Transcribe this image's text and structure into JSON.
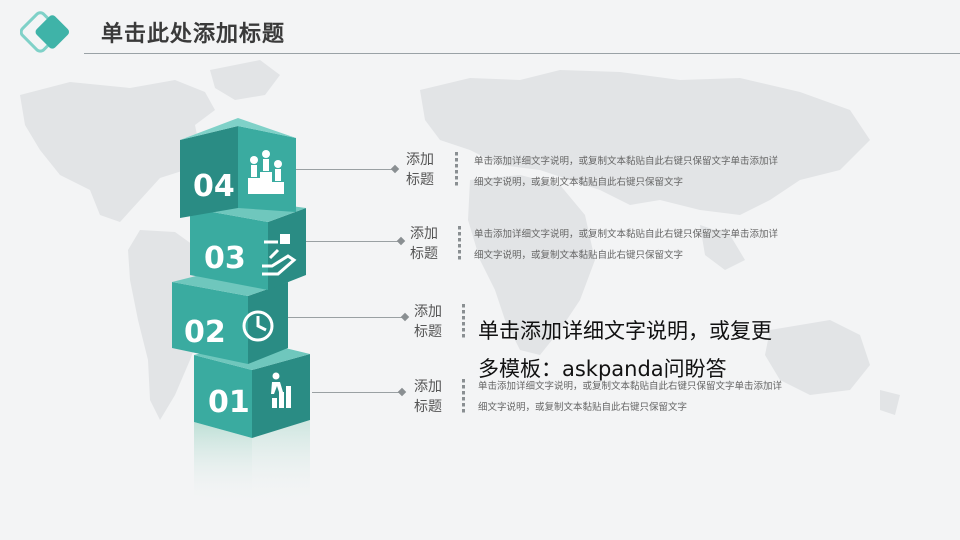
{
  "header": {
    "title": "单击此处添加标题"
  },
  "rows": [
    {
      "number": "04",
      "icon": "podium-people-icon",
      "label_line1": "添加",
      "label_line2": "标题",
      "desc_line1": "单击添加详细文字说明，或复制文本黏贴自此右键只保留文字单击添加详",
      "desc_line2": "细文字说明，或复制文本黏贴自此右键只保留文字"
    },
    {
      "number": "03",
      "icon": "hand-giving-icon",
      "label_line1": "添加",
      "label_line2": "标题",
      "desc_line1": "单击添加详细文字说明，或复制文本黏贴自此右键只保留文字单击添加详",
      "desc_line2": "细文字说明，或复制文本黏贴自此右键只保留文字"
    },
    {
      "number": "02",
      "icon": "clock-icon",
      "label_line1": "添加",
      "label_line2": "标题"
    },
    {
      "number": "01",
      "icon": "growth-climber-icon",
      "label_line1": "添加",
      "label_line2": "标题",
      "desc_line1": "单击添加详细文字说明，或复制文本黏贴自此右键只保留文字单击添加详",
      "desc_line2": "细文字说明，或复制文本黏贴自此右键只保留文字"
    }
  ],
  "overlay": {
    "line1": "单击添加详细文字说明，或复更",
    "line2": "多模板：askpanda问盼答"
  },
  "colors": {
    "teal_front": "#3aaba0",
    "teal_side": "#2a8c84",
    "teal_top": "#7fd1c8",
    "accent": "#3fb3a8"
  }
}
